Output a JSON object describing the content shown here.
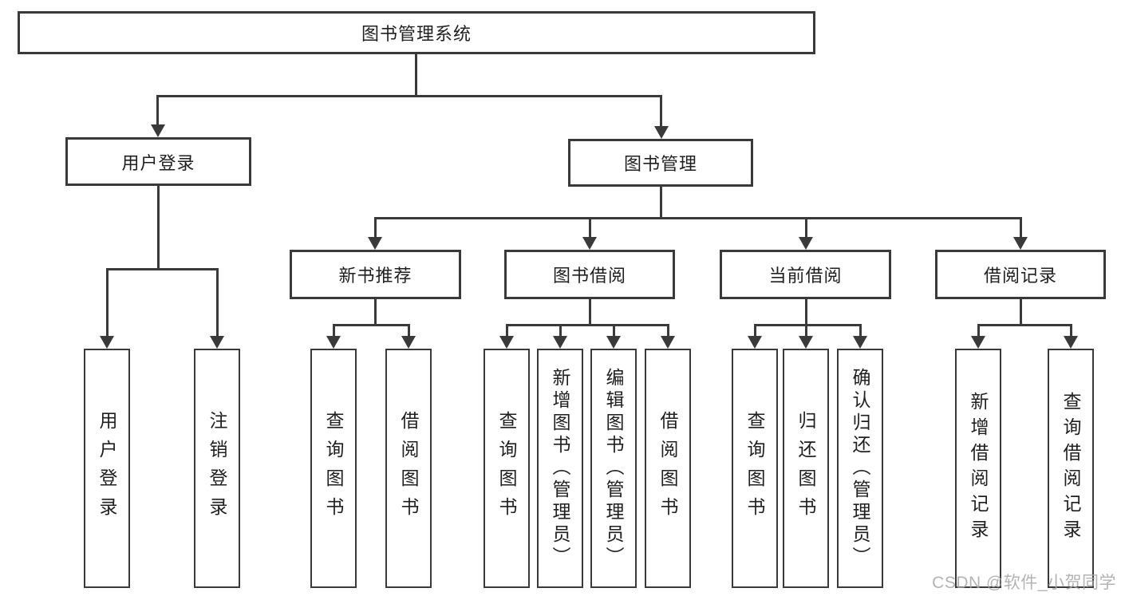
{
  "diagram": {
    "title": "图书管理系统",
    "watermark": "CSDN @软件_小贺同学",
    "colors": {
      "background": "#ffffff",
      "box_fill": "#ffffff",
      "box_border": "#3a3a3a",
      "line": "#3a3a3a",
      "text": "#1f1f1f",
      "watermark": "#a6a6a6"
    },
    "nodes": {
      "root": {
        "label": "图书管理系统"
      },
      "user_login": {
        "label": "用户登录"
      },
      "book_mgmt": {
        "label": "图书管理"
      },
      "new_book": {
        "label": "新书推荐"
      },
      "book_borrow": {
        "label": "图书借阅"
      },
      "current_borrow": {
        "label": "当前借阅"
      },
      "borrow_record": {
        "label": "借阅记录"
      },
      "leaf_login": {
        "label": "用户登录"
      },
      "leaf_logout": {
        "label": "注销登录"
      },
      "leaf_nb_query": {
        "label": "查询图书"
      },
      "leaf_nb_borrow": {
        "label": "借阅图书"
      },
      "leaf_bb_query": {
        "label": "查询图书"
      },
      "leaf_bb_add": {
        "label": "新增图书（管理员）"
      },
      "leaf_bb_edit": {
        "label": "编辑图书（管理员）"
      },
      "leaf_bb_borrow": {
        "label": "借阅图书"
      },
      "leaf_cb_query": {
        "label": "查询图书"
      },
      "leaf_cb_return": {
        "label": "归还图书"
      },
      "leaf_cb_confirm": {
        "label": "确认归还（管理员）"
      },
      "leaf_br_add": {
        "label": "新增借阅记录"
      },
      "leaf_br_query": {
        "label": "查询借阅记录"
      }
    }
  }
}
